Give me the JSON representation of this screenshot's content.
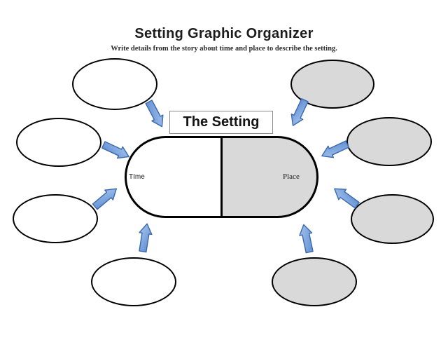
{
  "page": {
    "title": "Setting Graphic Organizer",
    "instructions": "Write details from the story about time and place to describe the setting.",
    "background_color": "#ffffff"
  },
  "diagram": {
    "center_label": "The Setting",
    "stadium": {
      "left_label": "TIme",
      "right_label": "Place",
      "left_fill": "#ffffff",
      "right_fill": "#d9d9d9",
      "stroke_color": "#000000"
    },
    "nodes": [
      {
        "id": "time-detail-1",
        "position": "top-left",
        "fill": "#ffffff",
        "text": ""
      },
      {
        "id": "time-detail-2",
        "position": "middle-left",
        "fill": "#ffffff",
        "text": ""
      },
      {
        "id": "time-detail-3",
        "position": "lower-left",
        "fill": "#ffffff",
        "text": ""
      },
      {
        "id": "time-detail-4",
        "position": "bottom-left",
        "fill": "#ffffff",
        "text": ""
      },
      {
        "id": "place-detail-1",
        "position": "top-right",
        "fill": "#d9d9d9",
        "text": ""
      },
      {
        "id": "place-detail-2",
        "position": "upper-right",
        "fill": "#d9d9d9",
        "text": ""
      },
      {
        "id": "place-detail-3",
        "position": "lower-right",
        "fill": "#d9d9d9",
        "text": ""
      },
      {
        "id": "place-detail-4",
        "position": "bottom-right",
        "fill": "#d9d9d9",
        "text": ""
      }
    ],
    "arrows": {
      "count": 8,
      "fill_light": "#a9c6ee",
      "fill_dark": "#5b8bd0",
      "stroke_color": "#3a67ad"
    }
  }
}
